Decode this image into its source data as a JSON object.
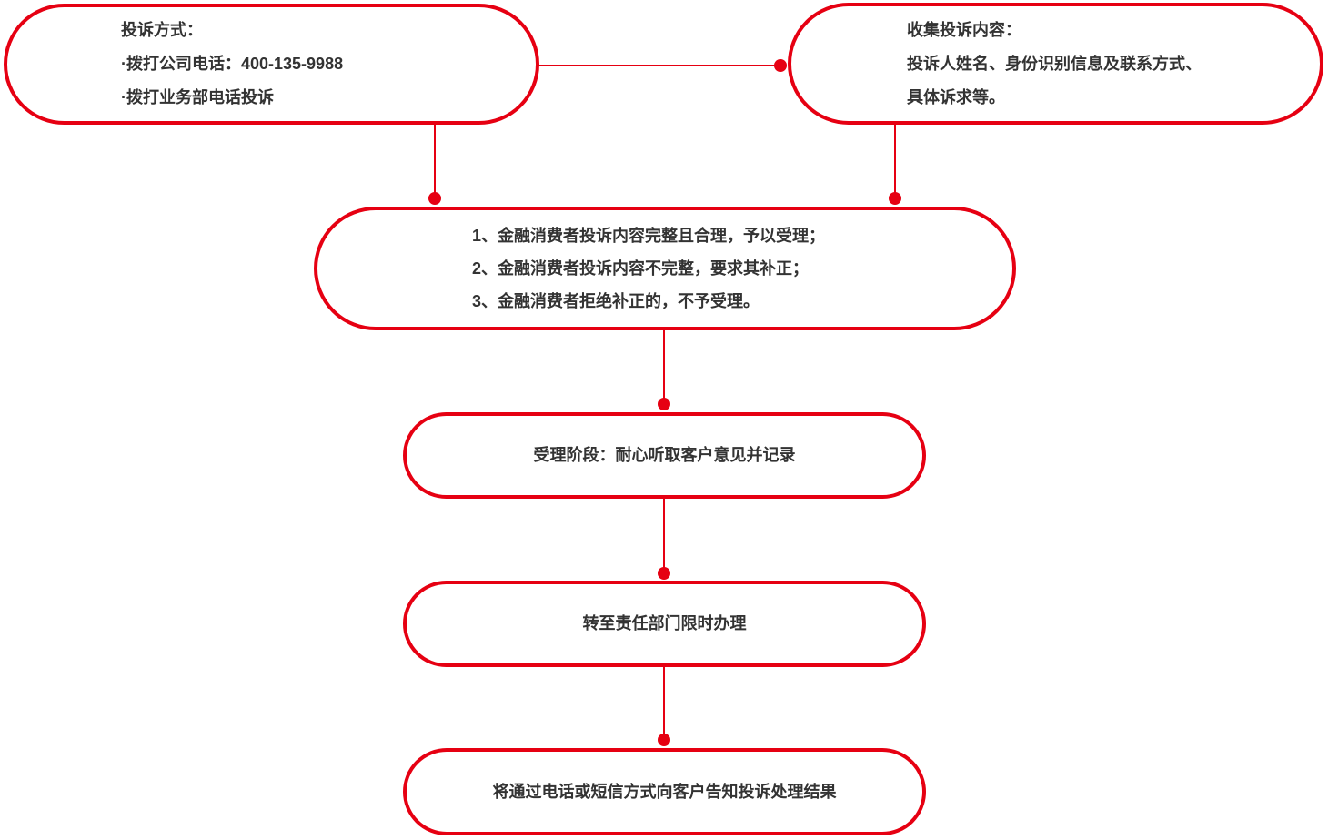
{
  "colors": {
    "accent": "#e60012",
    "text": "#333333",
    "background": "#ffffff"
  },
  "flowchart": {
    "nodes": [
      {
        "id": "complaint-methods",
        "lines": [
          "投诉方式：",
          "·拨打公司电话：400-135-9988",
          "·拨打业务部电话投诉"
        ]
      },
      {
        "id": "collect-complaint-content",
        "lines": [
          "收集投诉内容：",
          "投诉人姓名、身份识别信息及联系方式、",
          "具体诉求等。"
        ]
      },
      {
        "id": "acceptance-decision",
        "lines": [
          "1、金融消费者投诉内容完整且合理，予以受理；",
          "2、金融消费者投诉内容不完整，要求其补正；",
          "3、金融消费者拒绝补正的，不予受理。"
        ]
      },
      {
        "id": "acceptance-stage",
        "lines": [
          "受理阶段：耐心听取客户意见并记录"
        ]
      },
      {
        "id": "transfer-department",
        "lines": [
          "转至责任部门限时办理"
        ]
      },
      {
        "id": "notify-result",
        "lines": [
          "将通过电话或短信方式向客户告知投诉处理结果"
        ]
      }
    ]
  }
}
